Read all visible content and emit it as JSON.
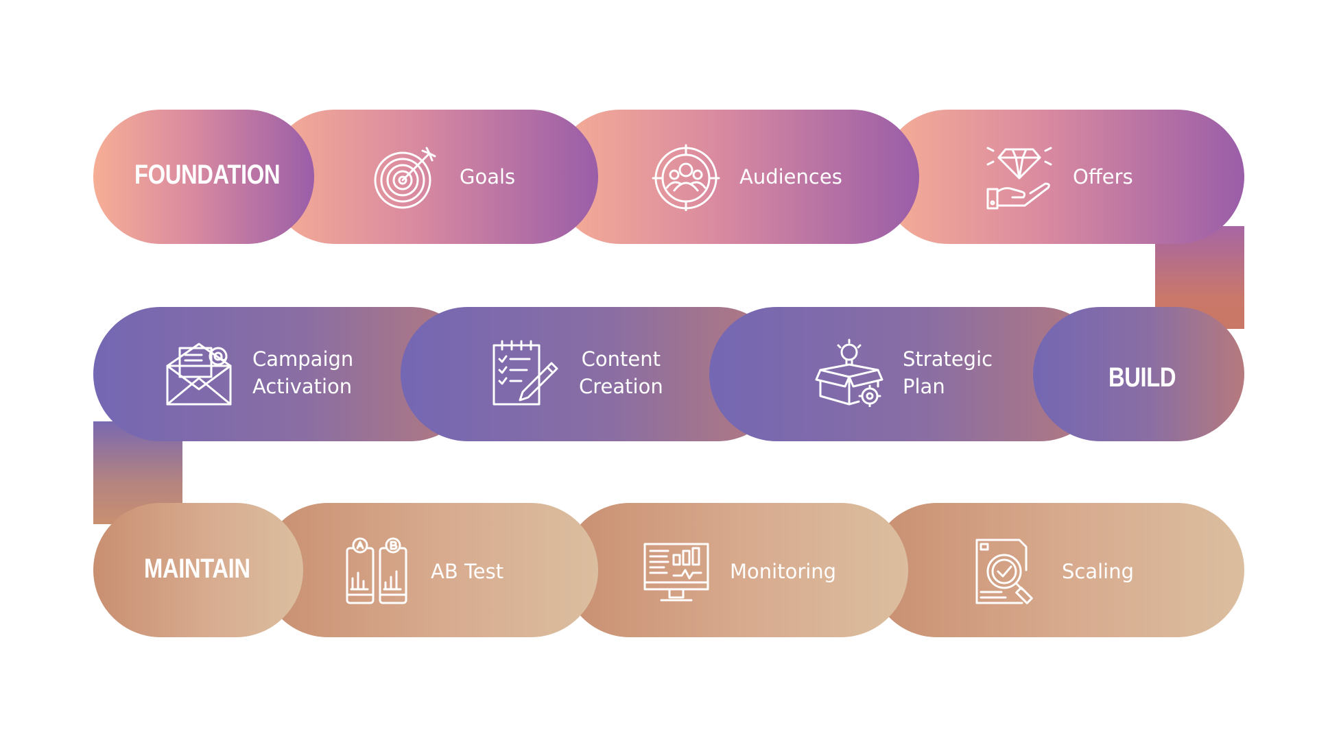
{
  "phases": {
    "foundation": "FOUNDATION",
    "build": "BUILD",
    "maintain": "MAINTAIN"
  },
  "foundation_items": [
    {
      "label": "Goals",
      "icon": "target-icon"
    },
    {
      "label": "Audiences",
      "icon": "audience-target-icon"
    },
    {
      "label": "Offers",
      "icon": "diamond-hand-icon"
    }
  ],
  "build_items": [
    {
      "line1": "Campaign",
      "line2": "Activation",
      "icon": "email-envelope-icon"
    },
    {
      "line1": "Content",
      "line2": "Creation",
      "icon": "checklist-pencil-icon"
    },
    {
      "line1": "Strategic",
      "line2": "Plan",
      "icon": "idea-box-gear-icon"
    }
  ],
  "maintain_items": [
    {
      "label": "AB Test",
      "icon": "ab-test-phones-icon"
    },
    {
      "label": "Monitoring",
      "icon": "monitor-chart-icon"
    },
    {
      "label": "Scaling",
      "icon": "document-magnifier-icon"
    }
  ],
  "colors": {
    "foundation_start": "#f6ae95",
    "foundation_end": "#9a5ea8",
    "build_start": "#7467b3",
    "build_end": "#b67a7d",
    "maintain_start": "#c98f71",
    "maintain_end": "#dbbe9f",
    "text": "#ffffff"
  }
}
